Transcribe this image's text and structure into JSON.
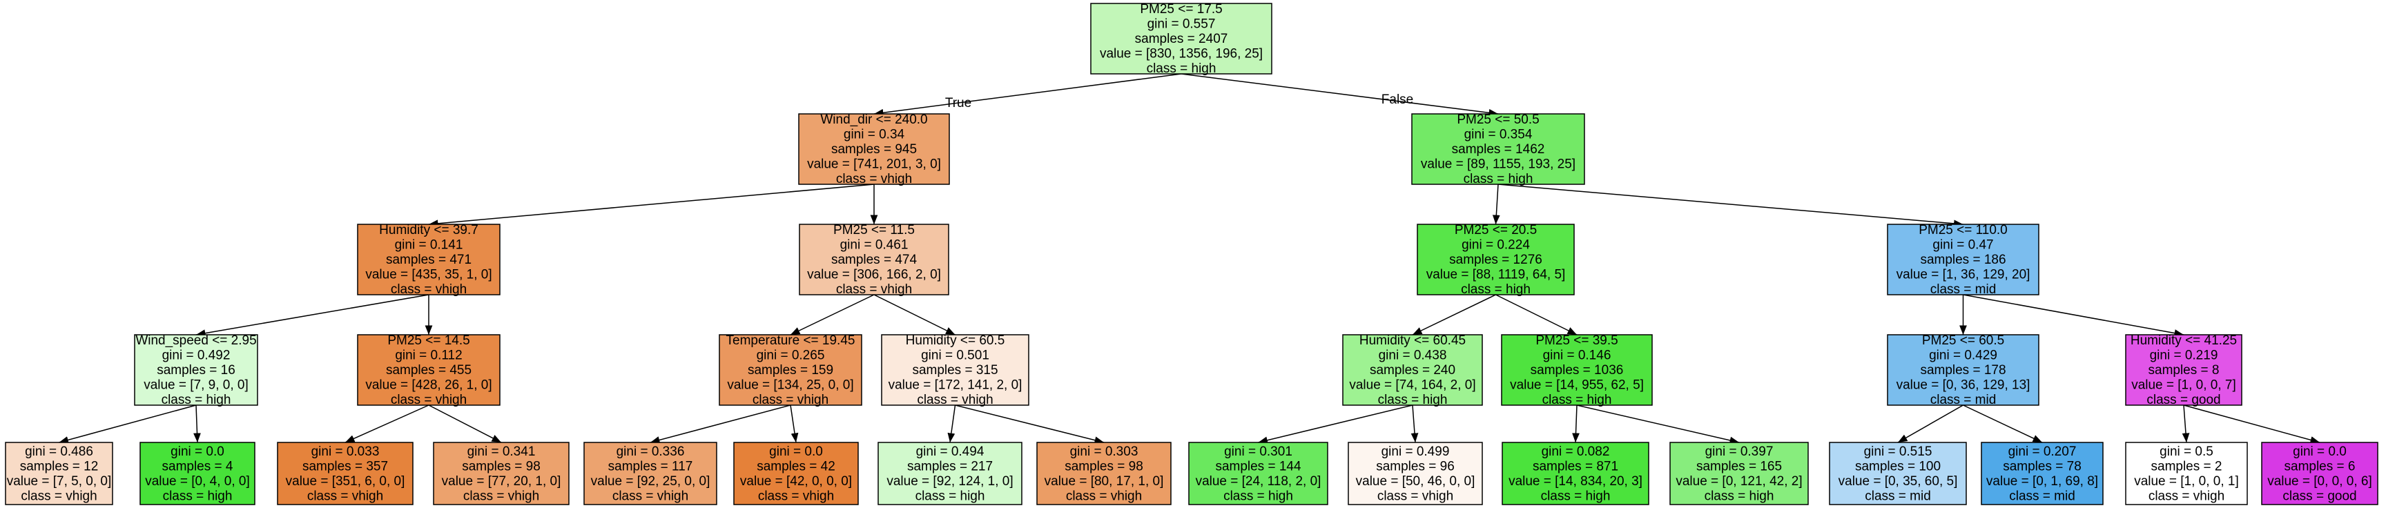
{
  "tree": {
    "root_edge_labels": {
      "left": "True",
      "right": "False"
    },
    "nodes": [
      {
        "id": 0,
        "lines": [
          "PM25 <= 17.5",
          "gini = 0.557",
          "samples = 2407",
          "value = [830, 1356, 196, 25]",
          "class = high"
        ],
        "fill": "#c2f6b8",
        "children": [
          1,
          2
        ]
      },
      {
        "id": 1,
        "lines": [
          "Wind_dir <= 240.0",
          "gini = 0.34",
          "samples = 945",
          "value = [741, 201, 3, 0]",
          "class = vhigh"
        ],
        "fill": "#eca26d",
        "children": [
          3,
          4
        ]
      },
      {
        "id": 2,
        "lines": [
          "PM25 <= 50.5",
          "gini = 0.354",
          "samples = 1462",
          "value = [89, 1155, 193, 25]",
          "class = high"
        ],
        "fill": "#73e966",
        "children": [
          5,
          6
        ]
      },
      {
        "id": 3,
        "lines": [
          "Humidity <= 39.7",
          "gini = 0.141",
          "samples = 471",
          "value = [435, 35, 1, 0]",
          "class = vhigh"
        ],
        "fill": "#e78b49",
        "children": [
          7,
          8
        ]
      },
      {
        "id": 4,
        "lines": [
          "PM25 <= 11.5",
          "gini = 0.461",
          "samples = 474",
          "value = [306, 166, 2, 0]",
          "class = vhigh"
        ],
        "fill": "#f3c5a4",
        "children": [
          9,
          10
        ]
      },
      {
        "id": 5,
        "lines": [
          "PM25 <= 20.5",
          "gini = 0.224",
          "samples = 1276",
          "value = [88, 1119, 64, 5]",
          "class = high"
        ],
        "fill": "#58e549",
        "children": [
          11,
          12
        ]
      },
      {
        "id": 6,
        "lines": [
          "PM25 <= 110.0",
          "gini = 0.47",
          "samples = 186",
          "value = [1, 36, 129, 20]",
          "class = mid"
        ],
        "fill": "#7bbdee",
        "children": [
          13,
          14
        ]
      },
      {
        "id": 7,
        "lines": [
          "Wind_speed <= 2.95",
          "gini = 0.492",
          "samples = 16",
          "value = [7, 9, 0, 0]",
          "class = high"
        ],
        "fill": "#d6fad3",
        "children": [
          15,
          16
        ]
      },
      {
        "id": 8,
        "lines": [
          "PM25 <= 14.5",
          "gini = 0.112",
          "samples = 455",
          "value = [428, 26, 1, 0]",
          "class = vhigh"
        ],
        "fill": "#e78945",
        "children": [
          17,
          18
        ]
      },
      {
        "id": 9,
        "lines": [
          "Temperature <= 19.45",
          "gini = 0.265",
          "samples = 159",
          "value = [134, 25, 0, 0]",
          "class = vhigh"
        ],
        "fill": "#ea975e",
        "children": [
          19,
          20
        ]
      },
      {
        "id": 10,
        "lines": [
          "Humidity <= 60.5",
          "gini = 0.501",
          "samples = 315",
          "value = [172, 141, 2, 0]",
          "class = vhigh"
        ],
        "fill": "#fbe9dc",
        "children": [
          21,
          22
        ]
      },
      {
        "id": 11,
        "lines": [
          "Humidity <= 60.45",
          "gini = 0.438",
          "samples = 240",
          "value = [74, 164, 2, 0]",
          "class = high"
        ],
        "fill": "#9ef292",
        "children": [
          23,
          24
        ]
      },
      {
        "id": 12,
        "lines": [
          "PM25 <= 39.5",
          "gini = 0.146",
          "samples = 1036",
          "value = [14, 955, 62, 5]",
          "class = high"
        ],
        "fill": "#4fe33f",
        "children": [
          25,
          26
        ]
      },
      {
        "id": 13,
        "lines": [
          "PM25 <= 60.5",
          "gini = 0.429",
          "samples = 178",
          "value = [0, 36, 129, 13]",
          "class = mid"
        ],
        "fill": "#7abded",
        "children": [
          27,
          28
        ]
      },
      {
        "id": 14,
        "lines": [
          "Humidity <= 41.25",
          "gini = 0.219",
          "samples = 8",
          "value = [1, 0, 0, 7]",
          "class = good"
        ],
        "fill": "#e155e8",
        "children": [
          29,
          30
        ]
      },
      {
        "id": 15,
        "lines": [
          "gini = 0.486",
          "samples = 12",
          "value = [7, 5, 0, 0]",
          "class = vhigh"
        ],
        "fill": "#f8dbc6",
        "children": []
      },
      {
        "id": 16,
        "lines": [
          "gini = 0.0",
          "samples = 4",
          "value = [0, 4, 0, 0]",
          "class = high"
        ],
        "fill": "#47e239",
        "children": []
      },
      {
        "id": 17,
        "lines": [
          "gini = 0.033",
          "samples = 357",
          "value = [351, 6, 0, 0]",
          "class = vhigh"
        ],
        "fill": "#e5833c",
        "children": []
      },
      {
        "id": 18,
        "lines": [
          "gini = 0.341",
          "samples = 98",
          "value = [77, 20, 1, 0]",
          "class = vhigh"
        ],
        "fill": "#eca26d",
        "children": []
      },
      {
        "id": 19,
        "lines": [
          "gini = 0.336",
          "samples = 117",
          "value = [92, 25, 0, 0]",
          "class = vhigh"
        ],
        "fill": "#eca36f",
        "children": []
      },
      {
        "id": 20,
        "lines": [
          "gini = 0.0",
          "samples = 42",
          "value = [42, 0, 0, 0]",
          "class = vhigh"
        ],
        "fill": "#e58139",
        "children": []
      },
      {
        "id": 21,
        "lines": [
          "gini = 0.494",
          "samples = 217",
          "value = [92, 124, 1, 0]",
          "class = high"
        ],
        "fill": "#d1f9cc",
        "children": []
      },
      {
        "id": 22,
        "lines": [
          "gini = 0.303",
          "samples = 98",
          "value = [80, 17, 1, 0]",
          "class = vhigh"
        ],
        "fill": "#eb9d65",
        "children": []
      },
      {
        "id": 23,
        "lines": [
          "gini = 0.301",
          "samples = 144",
          "value = [24, 118, 2, 0]",
          "class = high"
        ],
        "fill": "#6ae85e",
        "children": []
      },
      {
        "id": 24,
        "lines": [
          "gini = 0.499",
          "samples = 96",
          "value = [50, 46, 0, 0]",
          "class = vhigh"
        ],
        "fill": "#fdf5ef",
        "children": []
      },
      {
        "id": 25,
        "lines": [
          "gini = 0.082",
          "samples = 871",
          "value = [14, 834, 20, 3]",
          "class = high"
        ],
        "fill": "#4be33c",
        "children": []
      },
      {
        "id": 26,
        "lines": [
          "gini = 0.397",
          "samples = 165",
          "value = [0, 121, 42, 2]",
          "class = high"
        ],
        "fill": "#87ed7d",
        "children": []
      },
      {
        "id": 27,
        "lines": [
          "gini = 0.515",
          "samples = 100",
          "value = [0, 35, 60, 5]",
          "class = mid"
        ],
        "fill": "#b1d8f5",
        "children": []
      },
      {
        "id": 28,
        "lines": [
          "gini = 0.207",
          "samples = 78",
          "value = [0, 1, 69, 8]",
          "class = mid"
        ],
        "fill": "#50a9e8",
        "children": []
      },
      {
        "id": 29,
        "lines": [
          "gini = 0.5",
          "samples = 2",
          "value = [1, 0, 0, 1]",
          "class = vhigh"
        ],
        "fill": "#ffffff",
        "children": []
      },
      {
        "id": 30,
        "lines": [
          "gini = 0.0",
          "samples = 6",
          "value = [0, 0, 0, 6]",
          "class = good"
        ],
        "fill": "#d739e5",
        "children": []
      }
    ]
  }
}
